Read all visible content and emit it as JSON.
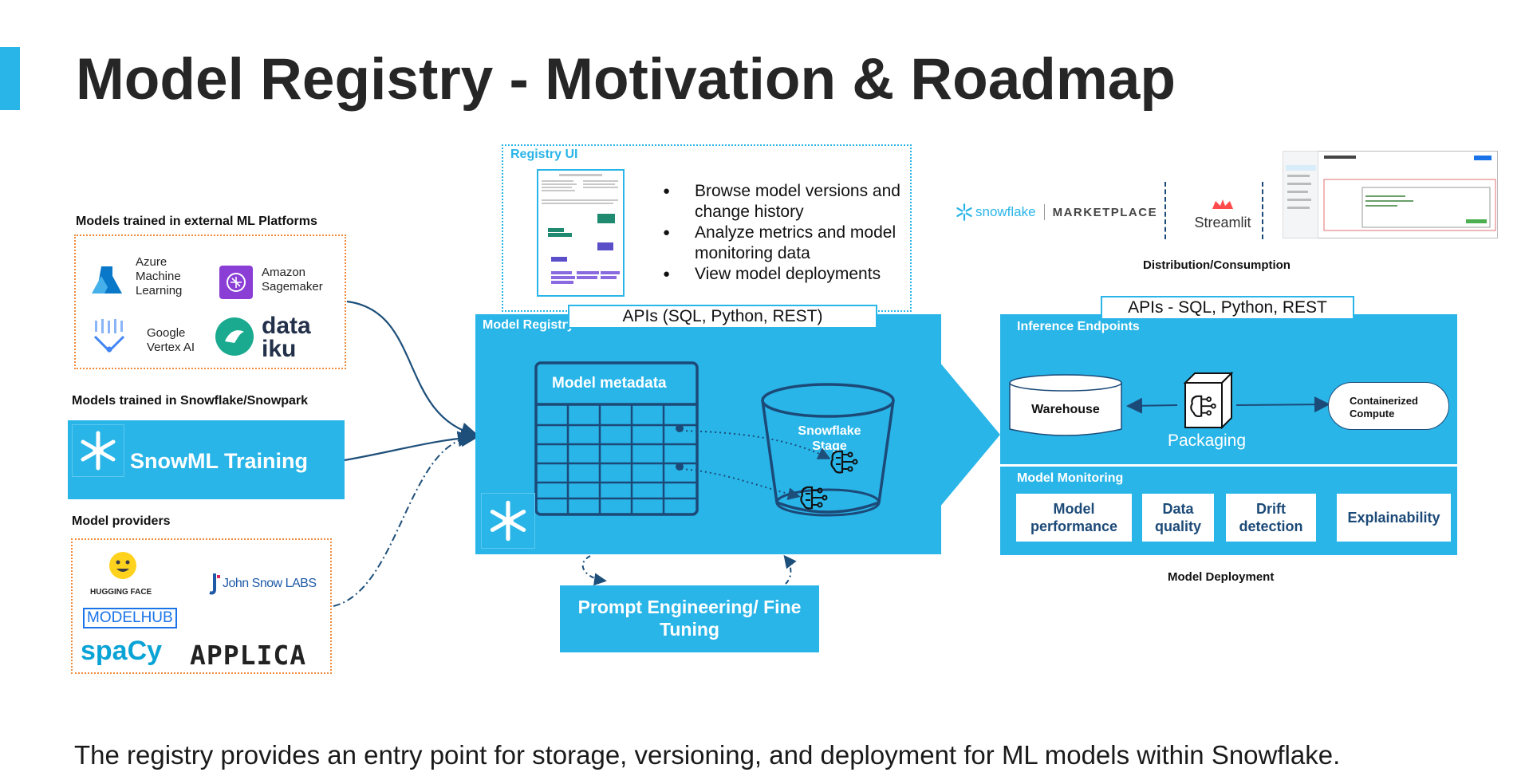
{
  "title": "Model Registry - Motivation & Roadmap",
  "footer": "The registry provides an entry point for storage, versioning, and deployment for ML models within Snowflake.",
  "colors": {
    "accent": "#29b5e8",
    "platform_border": "#f08a3c",
    "dark_blue": "#1c4a78",
    "arrow": "#1d4f7a"
  },
  "external": {
    "label": "Models trained in external ML Platforms",
    "platforms": [
      {
        "name": "Azure Machine Learning",
        "lines": [
          "Azure",
          "Machine",
          "Learning"
        ],
        "icon": "azure-ml-icon"
      },
      {
        "name": "Amazon Sagemaker",
        "lines": [
          "Amazon",
          "Sagemaker"
        ],
        "icon": "sagemaker-icon"
      },
      {
        "name": "Google Vertex AI",
        "lines": [
          "Google",
          "Vertex AI"
        ],
        "icon": "vertex-ai-icon"
      },
      {
        "name": "dataiku",
        "lines": [
          "data",
          "iku"
        ],
        "icon": "dataiku-bird-icon"
      }
    ]
  },
  "snowpark": {
    "label": "Models trained in Snowflake/Snowpark",
    "box": "SnowML Training",
    "icon": "snowflake-icon"
  },
  "providers": {
    "label": "Model providers",
    "items": [
      "HUGGING FACE",
      "John Snow LABS",
      "MODELHUB",
      "spaCy",
      "APPLICA"
    ]
  },
  "registry_ui": {
    "title": "Registry UI",
    "bullets": [
      "Browse model versions and change history",
      "Analyze metrics and model monitoring data",
      "View model deployments"
    ]
  },
  "model_registry": {
    "title": "Model Registry",
    "api": "APIs (SQL, Python, REST)",
    "metadata": "Model metadata",
    "stage": "Snowflake Stage"
  },
  "inference": {
    "title": "Inference Endpoints",
    "api": "APIs - SQL, Python, REST",
    "warehouse": "Warehouse",
    "packaging": "Packaging",
    "containerized": "Containerized Compute"
  },
  "monitoring": {
    "title": "Model Monitoring",
    "items": [
      "Model performance",
      "Data quality",
      "Drift detection",
      "Explainability"
    ]
  },
  "deployment_label": "Model Deployment",
  "distribution": {
    "label": "Distribution/Consumption",
    "snowflake": "snowflake",
    "marketplace": "MARKETPLACE",
    "streamlit": "Streamlit"
  },
  "prompt": "Prompt Engineering/ Fine Tuning"
}
